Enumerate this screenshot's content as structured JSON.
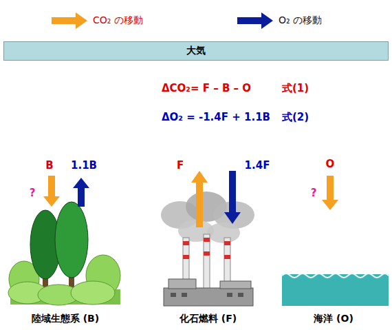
{
  "diagram": {
    "nodes": [
      {
        "text": [
          "大気"
        ]
      },
      {
        "text": [
          "陸域生態系 (B)"
        ]
      },
      {
        "text": [
          "化石燃料 (F)"
        ]
      },
      {
        "text": [
          "海洋 (O)"
        ]
      }
    ],
    "labels": [
      "ΔCO₂= F – B – O",
      "式(1)",
      "ΔO₂ = -1.4F + 1.1B",
      "式(2)",
      "B",
      "1.1B",
      "?",
      "F",
      "1.4F",
      "O",
      "?"
    ],
    "legend": [
      {
        "text": "CO₂ の移動"
      },
      {
        "text": "O₂ の移動"
      }
    ]
  }
}
